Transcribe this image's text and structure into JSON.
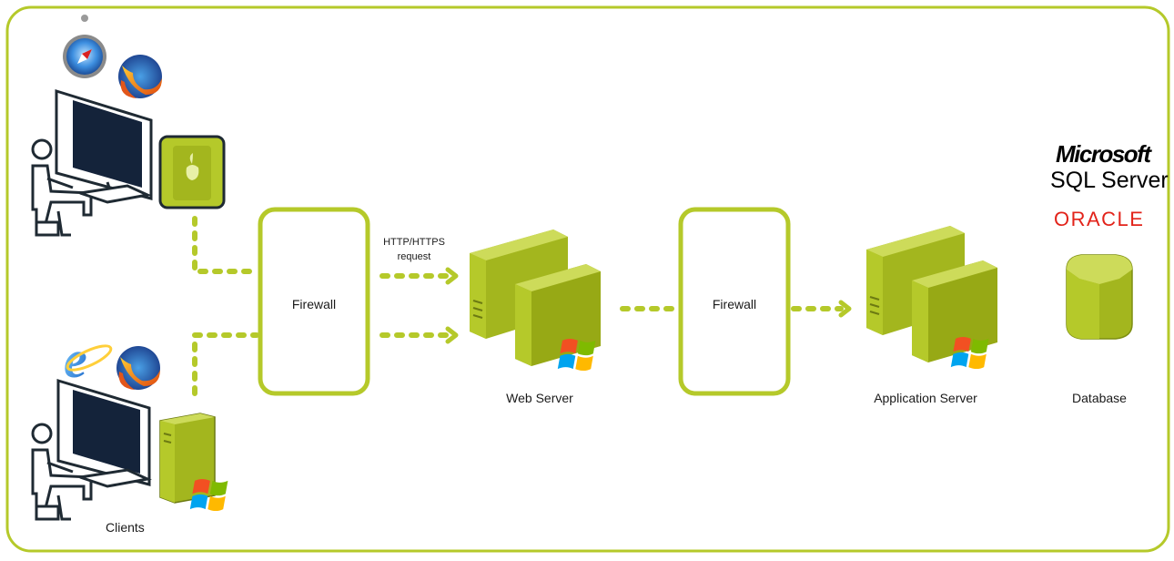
{
  "colors": {
    "accent": "#b5c92a",
    "accent_dark": "#97a915",
    "screen": "#14233a",
    "oracle": "#e2231a"
  },
  "labels": {
    "clients": "Clients",
    "firewall_left": "Firewall",
    "firewall_right": "Firewall",
    "request_line1": "HTTP/HTTPS",
    "request_line2": "request",
    "web_server": "Web Server",
    "application_server": "Application Server",
    "database": "Database"
  },
  "brands": {
    "microsoft": "Microsoft",
    "sql_server": "SQL Server",
    "oracle": "ORACLE"
  },
  "icons": {
    "client_top_browsers": [
      "safari-icon",
      "firefox-icon"
    ],
    "client_bottom_browsers": [
      "internet-explorer-icon",
      "firefox-icon"
    ],
    "client_top_machine": "mac-pro-tower-icon",
    "client_bottom_machine": "windows-pc-tower-icon",
    "server": "server-stack-icon",
    "database": "database-cylinder-icon",
    "os_logo": "windows-logo-icon"
  }
}
